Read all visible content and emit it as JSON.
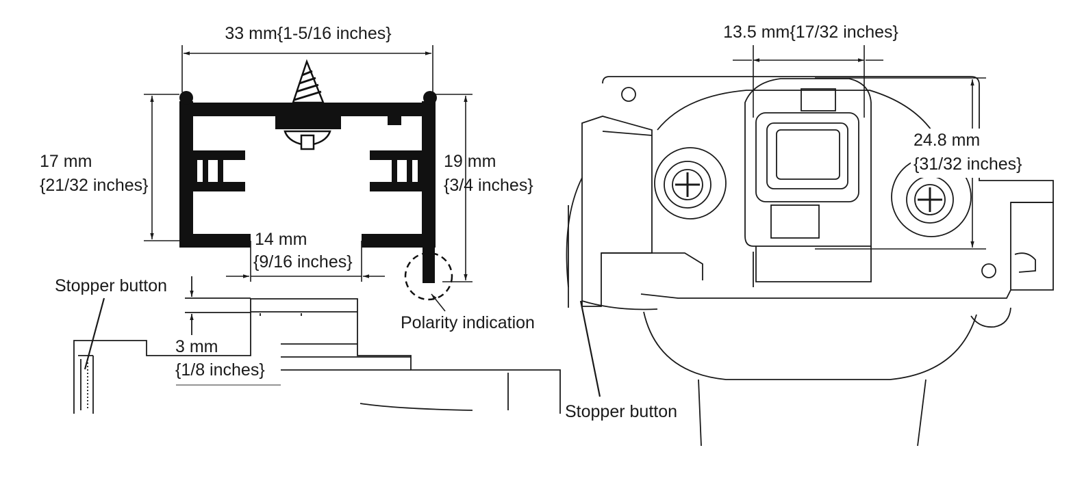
{
  "colors": {
    "ink": "#111111",
    "line": "#1a1a1a",
    "soft": "#555555",
    "background": "#ffffff"
  },
  "left_drawing": {
    "width_label": "33 mm{1-5/16 inches}",
    "height_left": {
      "value": "17 mm",
      "imperial": "{21/32 inches}"
    },
    "height_right": {
      "value": "19 mm",
      "imperial": "{3/4 inches}"
    },
    "gap": {
      "value": "14 mm",
      "imperial": "{9/16 inches}"
    },
    "polarity_label": "Polarity indication",
    "stopper_label": "Stopper button",
    "depth": {
      "value": "3 mm",
      "imperial": "{1/8 inches}"
    }
  },
  "right_drawing": {
    "width_label": "13.5 mm{17/32 inches}",
    "height": {
      "value": "24.8 mm",
      "imperial": "{31/32 inches}"
    },
    "stopper_label": "Stopper button"
  }
}
